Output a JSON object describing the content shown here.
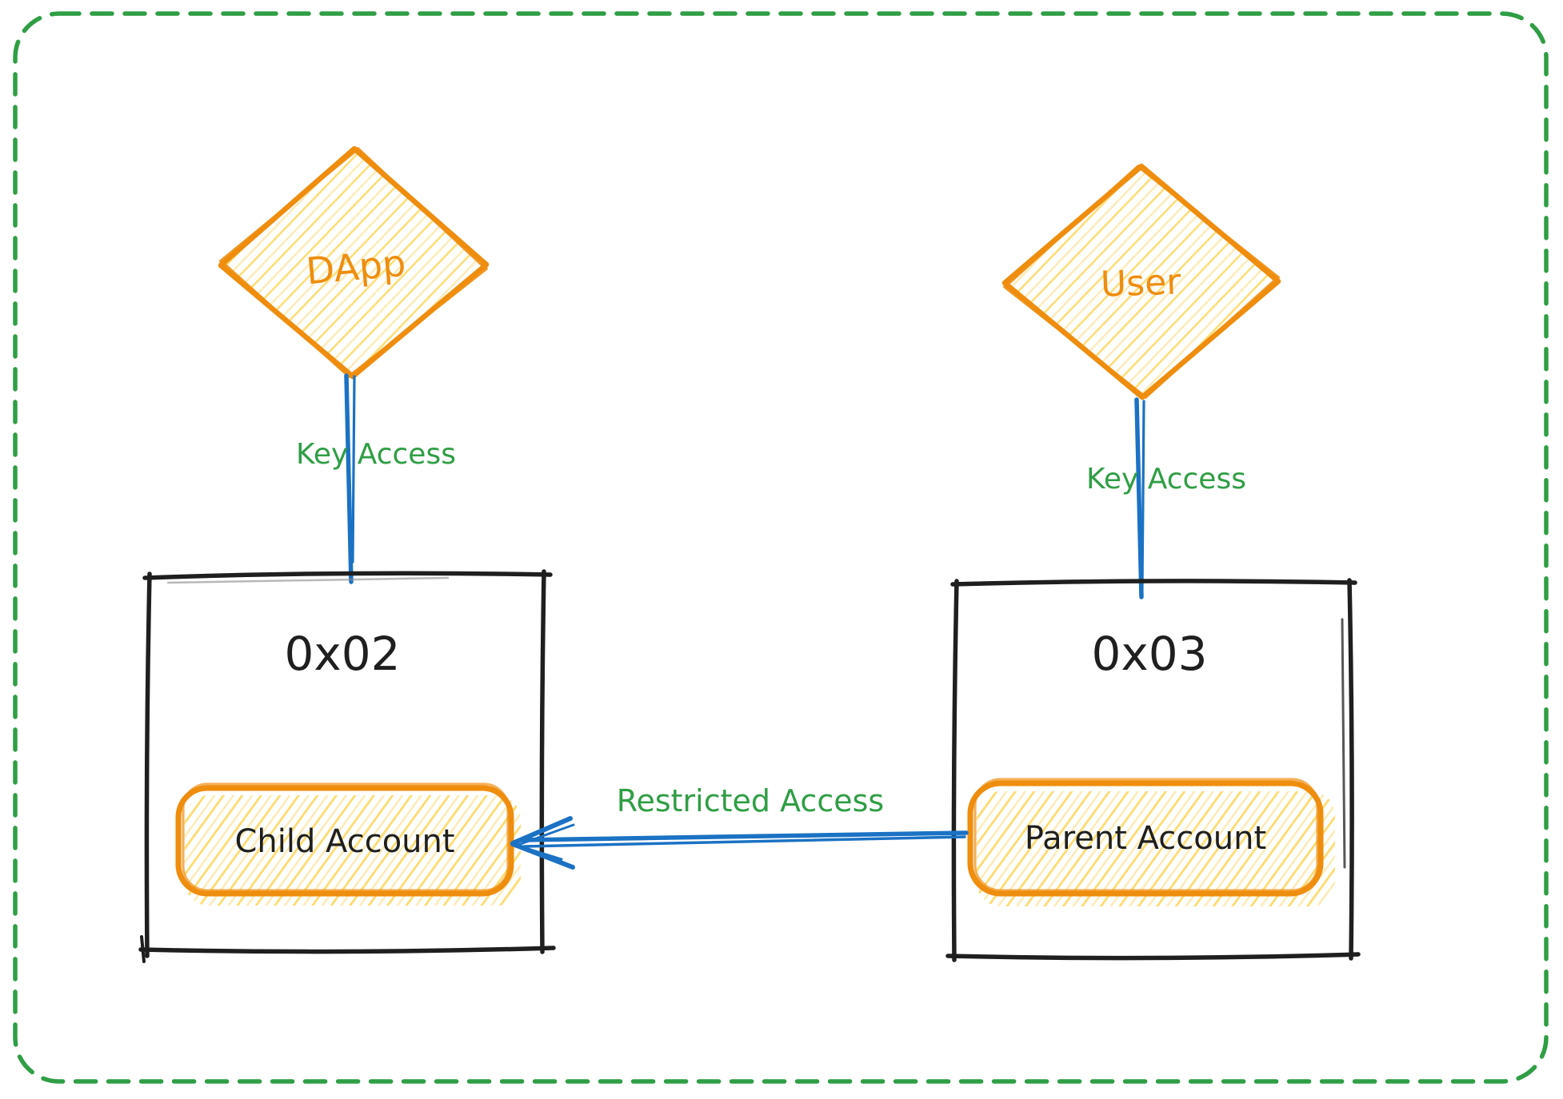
{
  "diagram": {
    "dapp": {
      "label": "DApp"
    },
    "user": {
      "label": "User"
    },
    "left_box": {
      "address": "0x02",
      "account_label": "Child Account"
    },
    "right_box": {
      "address": "0x03",
      "account_label": "Parent Account"
    },
    "edges": {
      "dapp_key_access": "Key Access",
      "user_key_access": "Key Access",
      "restricted_access": "Restricted Access"
    }
  },
  "colors": {
    "background": "#ffffff",
    "border_green": "#2f9e44",
    "label_green": "#2f9e44",
    "shape_orange": "#ef8d0e",
    "hatch_pale": "#ffeab3",
    "hatch_bright": "#ffd75e",
    "connector_blue": "#1b72c4",
    "ink_black": "#1f1f1f"
  }
}
